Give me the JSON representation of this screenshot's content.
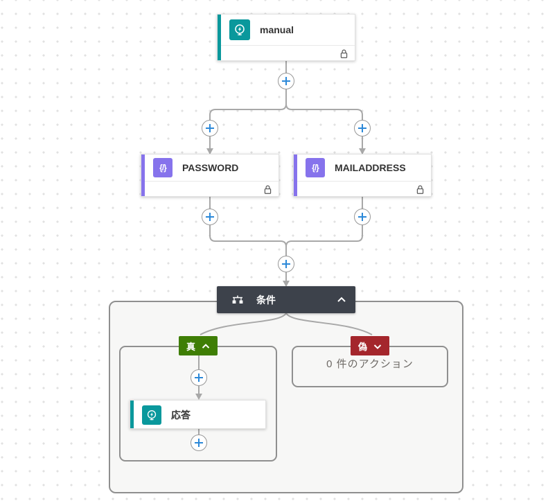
{
  "flow": {
    "trigger": {
      "label": "manual"
    },
    "actions": {
      "password": {
        "label": "PASSWORD"
      },
      "mailaddress": {
        "label": "MAILADDRESS"
      },
      "response": {
        "label": "応答"
      }
    },
    "condition": {
      "label": "条件",
      "true_label": "真",
      "false_label": "偽",
      "empty_branch_text": "0 件のアクション"
    },
    "icons": {
      "variable_glyph": "{/}"
    },
    "colors": {
      "teal": "#0a989c",
      "purple": "#8673ec",
      "condition_header": "#3d424b",
      "true_green": "#3f7e05",
      "false_red": "#a4262c",
      "plus_blue": "#2b88d8",
      "connector_gray": "#a8a8a8"
    }
  }
}
